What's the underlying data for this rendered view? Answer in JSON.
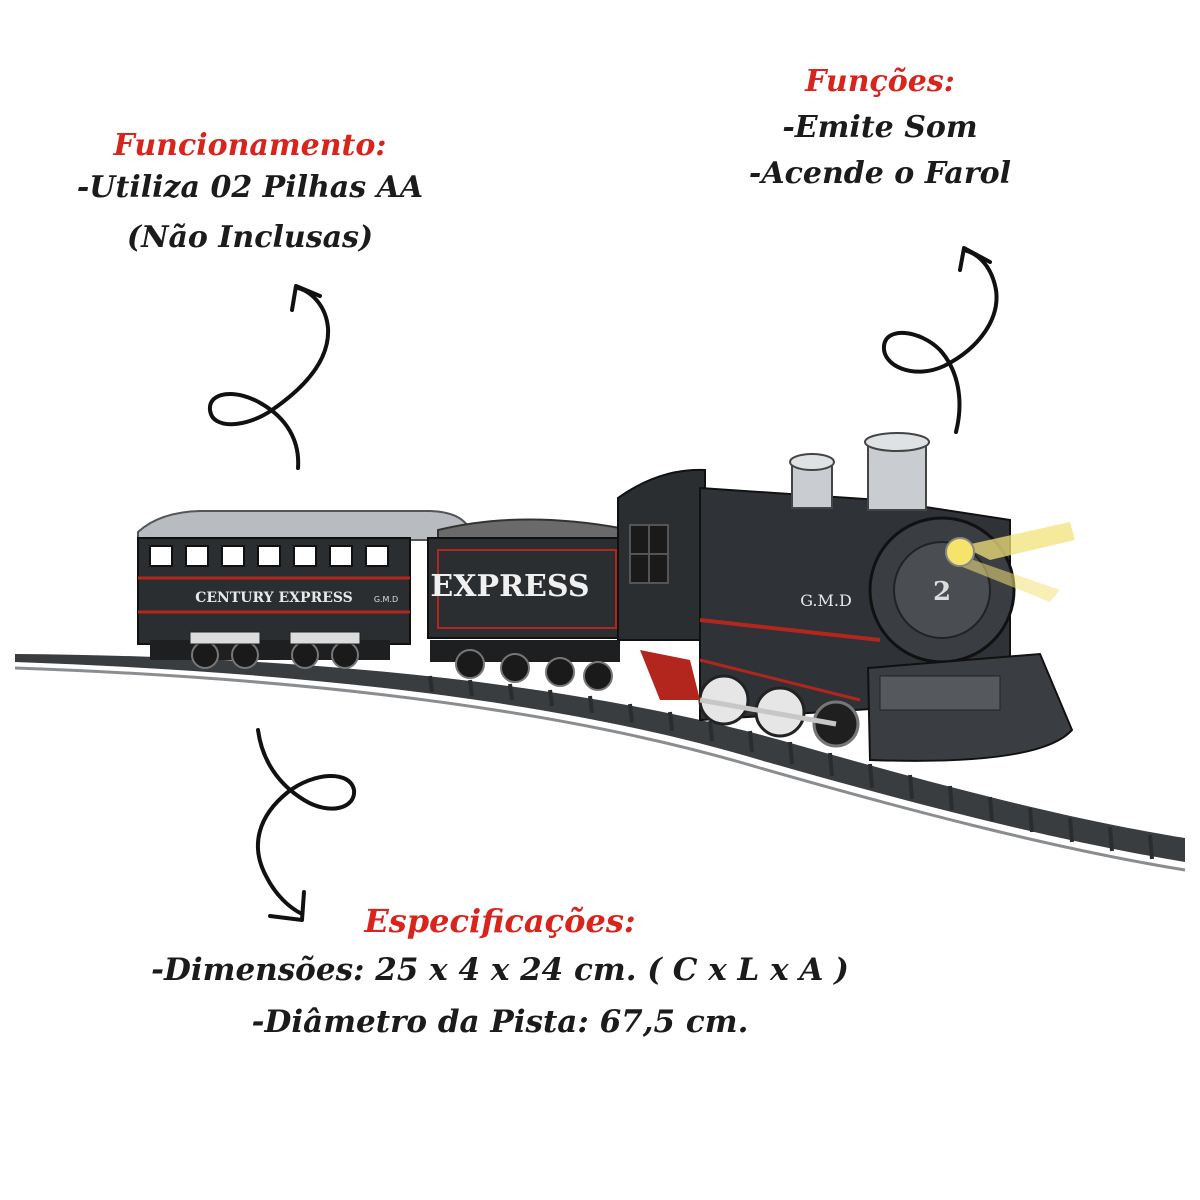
{
  "colors": {
    "heading": "#d8241c",
    "body_text": "#1b1b1b",
    "background": "#ffffff"
  },
  "funcionamento": {
    "heading": "Funcionamento:",
    "line1": "-Utiliza 02 Pilhas AA",
    "line2": "(Não Inclusas)"
  },
  "funcoes": {
    "heading": "Funções:",
    "line1": "-Emite Som",
    "line2": "-Acende o Farol"
  },
  "especificacoes": {
    "heading": "Especificações:",
    "line1": "-Dimensões: 25  x 4 x 24 cm. ( C x L x A )",
    "line2": "-Diâmetro da Pista: 67,5 cm."
  },
  "train_labels": {
    "coach": "CENTURY EXPRESS",
    "tender": "EXPRESS",
    "locomotive": "G.M.D",
    "coach_small": "G.M.D"
  },
  "icons": [
    "curly-arrow-up-left-icon",
    "curly-arrow-up-right-icon",
    "curly-arrow-down-icon"
  ]
}
